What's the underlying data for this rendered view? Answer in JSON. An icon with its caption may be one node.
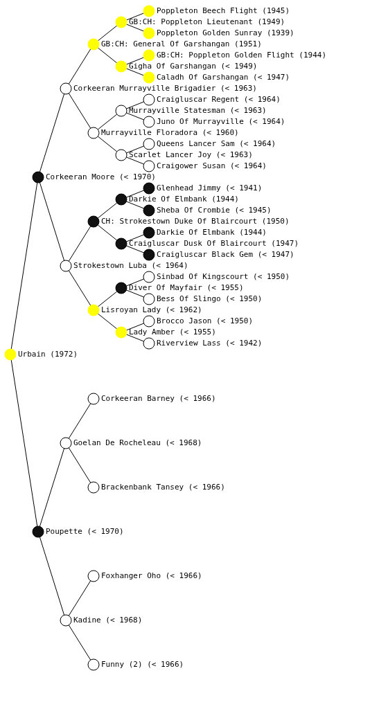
{
  "diagram": {
    "nodes": [
      {
        "text": [
          "Poppleton Beech Flight (1945)"
        ]
      },
      {
        "text": [
          "GB:CH: Poppleton Lieutenant (1949)"
        ]
      },
      {
        "text": [
          "Poppleton Golden Sunray (1939)"
        ]
      },
      {
        "text": [
          "GB:CH: General Of Garshangan (1951)"
        ]
      },
      {
        "text": [
          "GB:CH: Poppleton Golden Flight (1944)"
        ]
      },
      {
        "text": [
          "Gigha Of Garshangan (< 1949)"
        ]
      },
      {
        "text": [
          "Caladh Of Garshangan (< 1947)"
        ]
      },
      {
        "text": [
          "Corkeeran Murrayville Brigadier (< 1963)"
        ]
      },
      {
        "text": [
          "Craigluscar Regent (< 1964)"
        ]
      },
      {
        "text": [
          "Murrayville Statesman (< 1963)"
        ]
      },
      {
        "text": [
          "Juno Of Murrayville (< 1964)"
        ]
      },
      {
        "text": [
          "Murrayville Floradora (< 1960)"
        ]
      },
      {
        "text": [
          "Queens Lancer Sam (< 1964)"
        ]
      },
      {
        "text": [
          "Scarlet Lancer Joy (< 1963)"
        ]
      },
      {
        "text": [
          "Craigower Susan (< 1964)"
        ]
      },
      {
        "text": [
          "Corkeeran Moore (< 1970)"
        ]
      },
      {
        "text": [
          "Glenhead Jimmy (< 1941)"
        ]
      },
      {
        "text": [
          "Darkie Of Elmbank (1944)"
        ]
      },
      {
        "text": [
          "Sheba Of Crombie (< 1945)"
        ]
      },
      {
        "text": [
          "CH: Strokestown Duke Of Blaircourt (1950)"
        ]
      },
      {
        "text": [
          "Darkie Of Elmbank (1944)"
        ]
      },
      {
        "text": [
          "Craigluscar Dusk Of Blaircourt (1947)"
        ]
      },
      {
        "text": [
          "Craigluscar Black Gem (< 1947)"
        ]
      },
      {
        "text": [
          "Strokestown Luba (< 1964)"
        ]
      },
      {
        "text": [
          "Sinbad Of Kingscourt (< 1950)"
        ]
      },
      {
        "text": [
          "Diver Of Mayfair (< 1955)"
        ]
      },
      {
        "text": [
          "Bess Of Slingo (< 1950)"
        ]
      },
      {
        "text": [
          "Lisroyan Lady (< 1962)"
        ]
      },
      {
        "text": [
          "Brocco Jason (< 1950)"
        ]
      },
      {
        "text": [
          "Lady Amber (< 1955)"
        ]
      },
      {
        "text": [
          "Riverview Lass (< 1942)"
        ]
      },
      {
        "text": [
          "Urbain (1972)"
        ]
      },
      {
        "text": [
          "Corkeeran Barney (< 1966)"
        ]
      },
      {
        "text": [
          "Goelan De Rocheleau (< 1968)"
        ]
      },
      {
        "text": [
          "Brackenbank Tansey (< 1966)"
        ]
      },
      {
        "text": [
          "Poupette (< 1970)"
        ]
      },
      {
        "text": [
          "Foxhanger Oho (< 1966)"
        ]
      },
      {
        "text": [
          "Kadine (< 1968)"
        ]
      },
      {
        "text": [
          "Funny (2) (< 1966)"
        ]
      }
    ],
    "edges": [
      {
        "from": 31,
        "to": 15,
        "arrow": "none"
      },
      {
        "from": 31,
        "to": 35,
        "arrow": "none"
      },
      {
        "from": 15,
        "to": 7,
        "arrow": "none"
      },
      {
        "from": 15,
        "to": 23,
        "arrow": "none"
      },
      {
        "from": 7,
        "to": 3,
        "arrow": "none"
      },
      {
        "from": 7,
        "to": 11,
        "arrow": "none"
      },
      {
        "from": 3,
        "to": 1,
        "arrow": "none"
      },
      {
        "from": 3,
        "to": 5,
        "arrow": "none"
      },
      {
        "from": 1,
        "to": 0,
        "arrow": "none"
      },
      {
        "from": 1,
        "to": 2,
        "arrow": "none"
      },
      {
        "from": 5,
        "to": 4,
        "arrow": "none"
      },
      {
        "from": 5,
        "to": 6,
        "arrow": "none"
      },
      {
        "from": 11,
        "to": 9,
        "arrow": "none"
      },
      {
        "from": 11,
        "to": 13,
        "arrow": "none"
      },
      {
        "from": 9,
        "to": 8,
        "arrow": "none"
      },
      {
        "from": 9,
        "to": 10,
        "arrow": "none"
      },
      {
        "from": 13,
        "to": 12,
        "arrow": "none"
      },
      {
        "from": 13,
        "to": 14,
        "arrow": "none"
      },
      {
        "from": 23,
        "to": 19,
        "arrow": "none"
      },
      {
        "from": 23,
        "to": 27,
        "arrow": "none"
      },
      {
        "from": 19,
        "to": 17,
        "arrow": "none"
      },
      {
        "from": 19,
        "to": 21,
        "arrow": "none"
      },
      {
        "from": 17,
        "to": 16,
        "arrow": "none"
      },
      {
        "from": 17,
        "to": 18,
        "arrow": "none"
      },
      {
        "from": 21,
        "to": 20,
        "arrow": "none"
      },
      {
        "from": 21,
        "to": 22,
        "arrow": "none"
      },
      {
        "from": 27,
        "to": 25,
        "arrow": "none"
      },
      {
        "from": 27,
        "to": 29,
        "arrow": "none"
      },
      {
        "from": 25,
        "to": 24,
        "arrow": "none"
      },
      {
        "from": 25,
        "to": 26,
        "arrow": "none"
      },
      {
        "from": 29,
        "to": 28,
        "arrow": "none"
      },
      {
        "from": 29,
        "to": 30,
        "arrow": "none"
      },
      {
        "from": 35,
        "to": 33,
        "arrow": "none"
      },
      {
        "from": 35,
        "to": 37,
        "arrow": "none"
      },
      {
        "from": 33,
        "to": 32,
        "arrow": "none"
      },
      {
        "from": 33,
        "to": 34,
        "arrow": "none"
      },
      {
        "from": 37,
        "to": 36,
        "arrow": "none"
      },
      {
        "from": 37,
        "to": 38,
        "arrow": "none"
      }
    ]
  }
}
